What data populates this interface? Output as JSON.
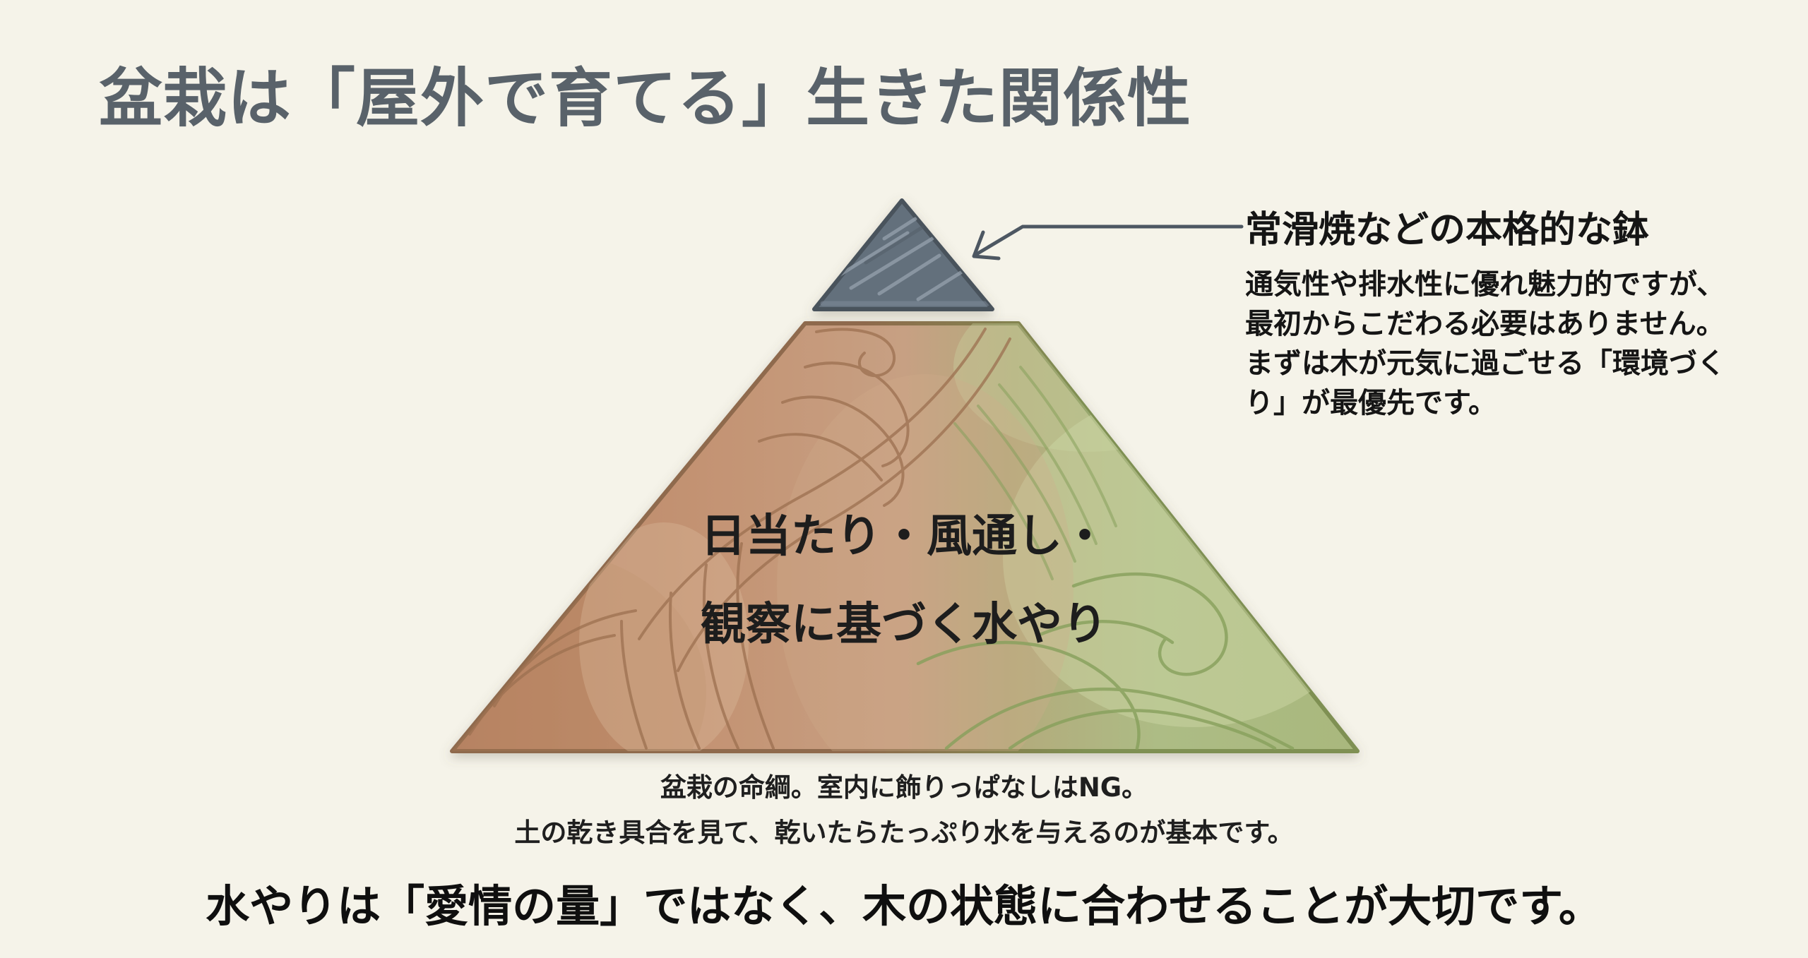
{
  "title": "盆栽は「屋外で育てる」生きた関係性",
  "diagram": {
    "pot_level": {
      "annotation": {
        "heading": "常滑焼などの本格的な鉢",
        "body_lines": [
          "通気性や排水性に優れ魅力的ですが、",
          "最初からこだわる必要はありません。",
          "まずは木が元気に過ごせる「環境づく",
          "り」が最優先です。"
        ]
      }
    },
    "environment_level": {
      "label_lines": [
        "日当たり・風通し・",
        "観察に基づく水やり"
      ],
      "caption_lines": [
        "盆栽の命綱。室内に飾りっぱなしはNG。",
        "土の乾き具合を見て、乾いたらたっぷり水を与えるのが基本です。"
      ]
    }
  },
  "key_message": "水やりは「愛情の量」ではなく、木の状態に合わせることが大切です。",
  "colors": {
    "background": "#f5f3e9",
    "title_text": "#59626a",
    "pot_fill": "#646f7b",
    "pot_stroke": "#49525c",
    "pot_texture": "#9aa5b1",
    "pot_texture_dark": "#525c66",
    "pot_inner_light": "#828e9b",
    "arrow": "#4d5762",
    "trap_brown_1": "#b98566",
    "trap_brown_2": "#c49474",
    "trap_tan": "#c7a083",
    "trap_blend": "#b3ab7c",
    "trap_green_1": "#adbc85",
    "trap_green_2": "#a9b87d",
    "stroke_brown": "#8f6a4d",
    "stroke_green": "#7f9052",
    "contour_brown": "#9c7050",
    "contour_green": "#87a05c",
    "patch_light_green": "#cbd6a3",
    "patch_tan": "#d2ab8b",
    "patch_dark_brown": "#ae7a52",
    "patch_speckle": "#dcbc9e",
    "label_text": "#1d1d1d",
    "annotation_text": "#151515",
    "caption_text": "#1f1f1f",
    "message_text": "#0f0f0f"
  }
}
